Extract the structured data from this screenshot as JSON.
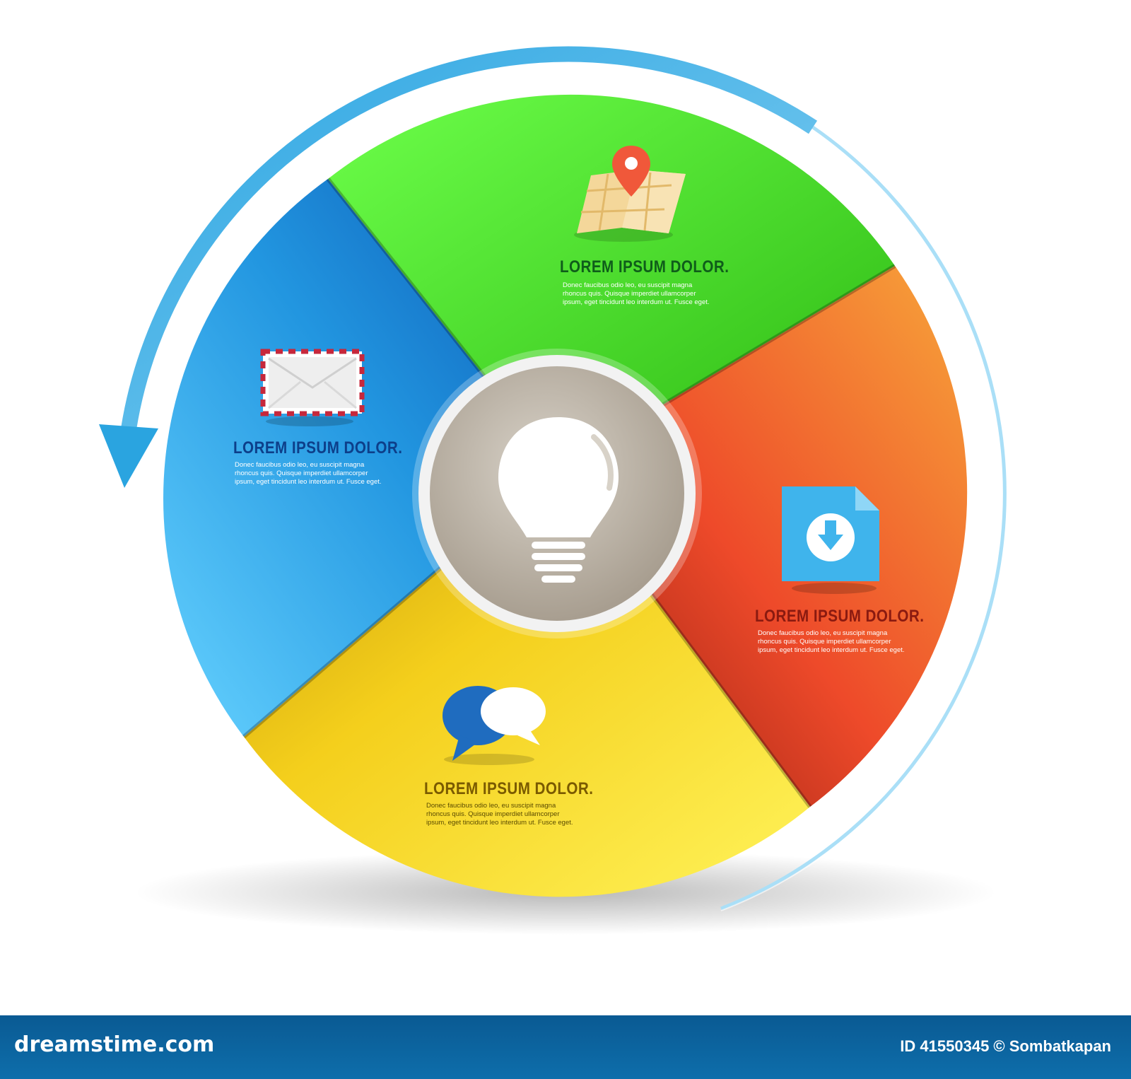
{
  "diagram": {
    "segments": [
      {
        "id": "green",
        "title": "LOREM IPSUM DOLOR.",
        "body": "Donec faucibus odio leo, eu suscipit magna rhoncus quis. Quisque imperdiet ullamcorper ipsum, eget tincidunt leo interdum ut. Fusce eget.",
        "icon": "map-pin-icon",
        "color": "#3fd21f",
        "title_color": "#0f5d1a"
      },
      {
        "id": "orange",
        "title": "LOREM IPSUM DOLOR.",
        "body": "Donec faucibus odio leo, eu suscipit magna rhoncus quis. Quisque imperdiet ullamcorper ipsum, eget tincidunt leo interdum ut. Fusce eget.",
        "icon": "download-file-icon",
        "color": "#f05a28",
        "title_color": "#8a1a10"
      },
      {
        "id": "yellow",
        "title": "LOREM IPSUM DOLOR.",
        "body": "Donec faucibus odio leo, eu suscipit magna rhoncus quis. Quisque imperdiet ullamcorper ipsum, eget tincidunt leo interdum ut. Fusce eget.",
        "icon": "chat-bubbles-icon",
        "color": "#f5d21e",
        "title_color": "#7a5a00"
      },
      {
        "id": "blue",
        "title": "LOREM IPSUM DOLOR.",
        "body": "Donec faucibus odio leo, eu suscipit magna rhoncus quis. Quisque imperdiet ullamcorper ipsum, eget tincidunt leo interdum ut. Fusce eget.",
        "icon": "envelope-icon",
        "color": "#1e7fd0",
        "title_color": "#0d3f8a"
      }
    ],
    "center_icon": "lightbulb-icon",
    "cycle_arrow_color": "#2aa4e0"
  },
  "footer": {
    "site": "dreamstime.com",
    "credit": "ID 41550345 © Sombatkapan"
  }
}
